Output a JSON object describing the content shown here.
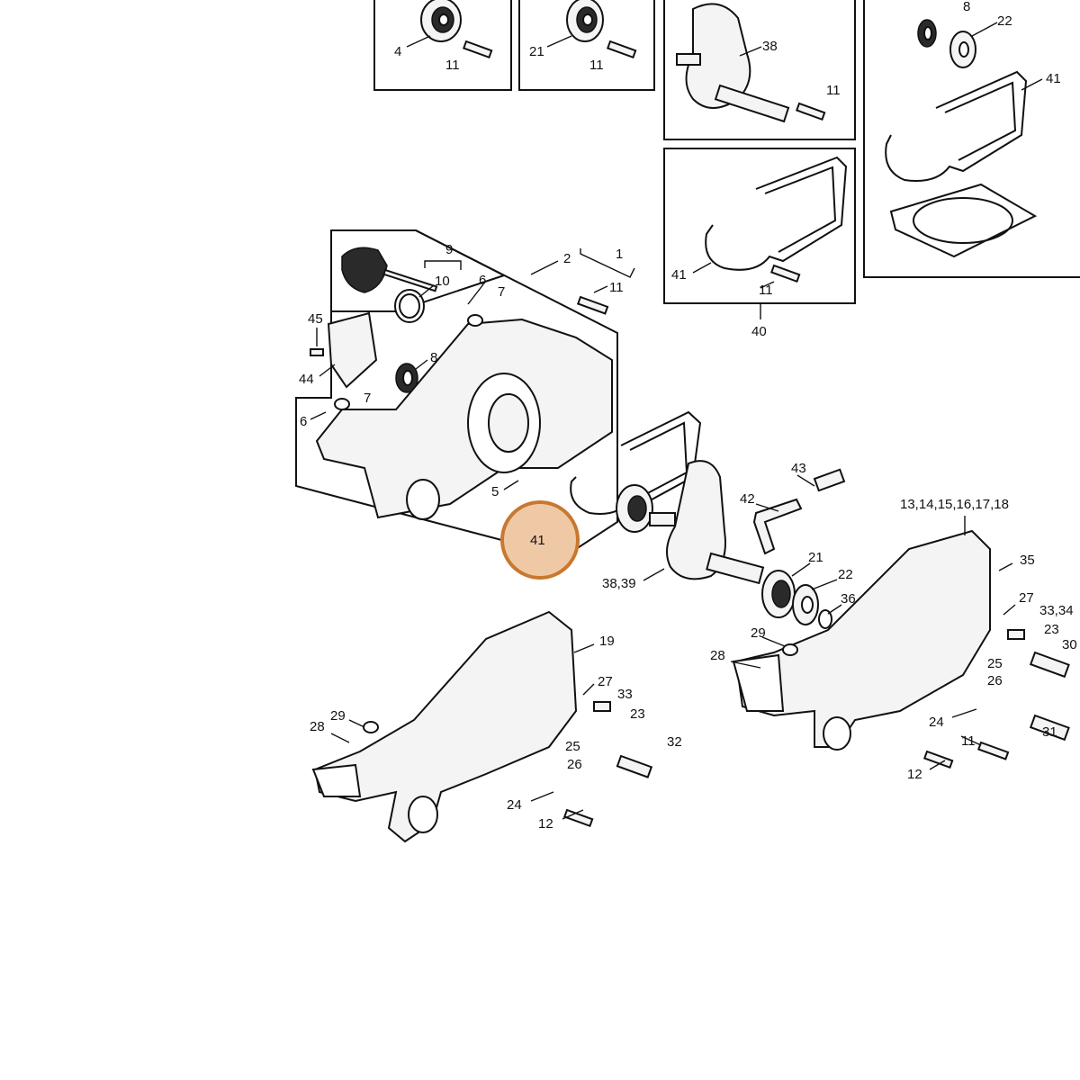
{
  "highlight": {
    "label": "41",
    "fill": "#efc9a6",
    "stroke": "#c8782f"
  },
  "callouts": {
    "c4": "4",
    "c11a": "11",
    "c21a": "21",
    "c11b": "11",
    "c38a": "38",
    "c11c": "11",
    "c8a": "8",
    "c22a": "22",
    "c41a": "41",
    "c41b": "41",
    "c11d": "11",
    "c40": "40",
    "c9": "9",
    "c2": "2",
    "c1": "1",
    "c10": "10",
    "c6a": "6",
    "c7a": "7",
    "c11e": "11",
    "c45": "45",
    "c44": "44",
    "c8b": "8",
    "c7b": "7",
    "c6b": "6",
    "c5": "5",
    "c43": "43",
    "c42": "42",
    "c21b": "21",
    "c22b": "22",
    "c36": "36",
    "c3839": "38,39",
    "c13": "13,14,15,16,17,18",
    "c35": "35",
    "c27a": "27",
    "c3334a": "33,34",
    "c23a": "23",
    "c30": "30",
    "c25a": "25",
    "c26a": "26",
    "c29a": "29",
    "c28a": "28",
    "c24a": "24",
    "c11f": "11",
    "c31": "31",
    "c12a": "12",
    "c19": "19",
    "c27b": "27",
    "c33b": "33",
    "c23b": "23",
    "c25b": "25",
    "c26b": "26",
    "c32": "32",
    "c29b": "29",
    "c28b": "28",
    "c24b": "24",
    "c12b": "12"
  }
}
